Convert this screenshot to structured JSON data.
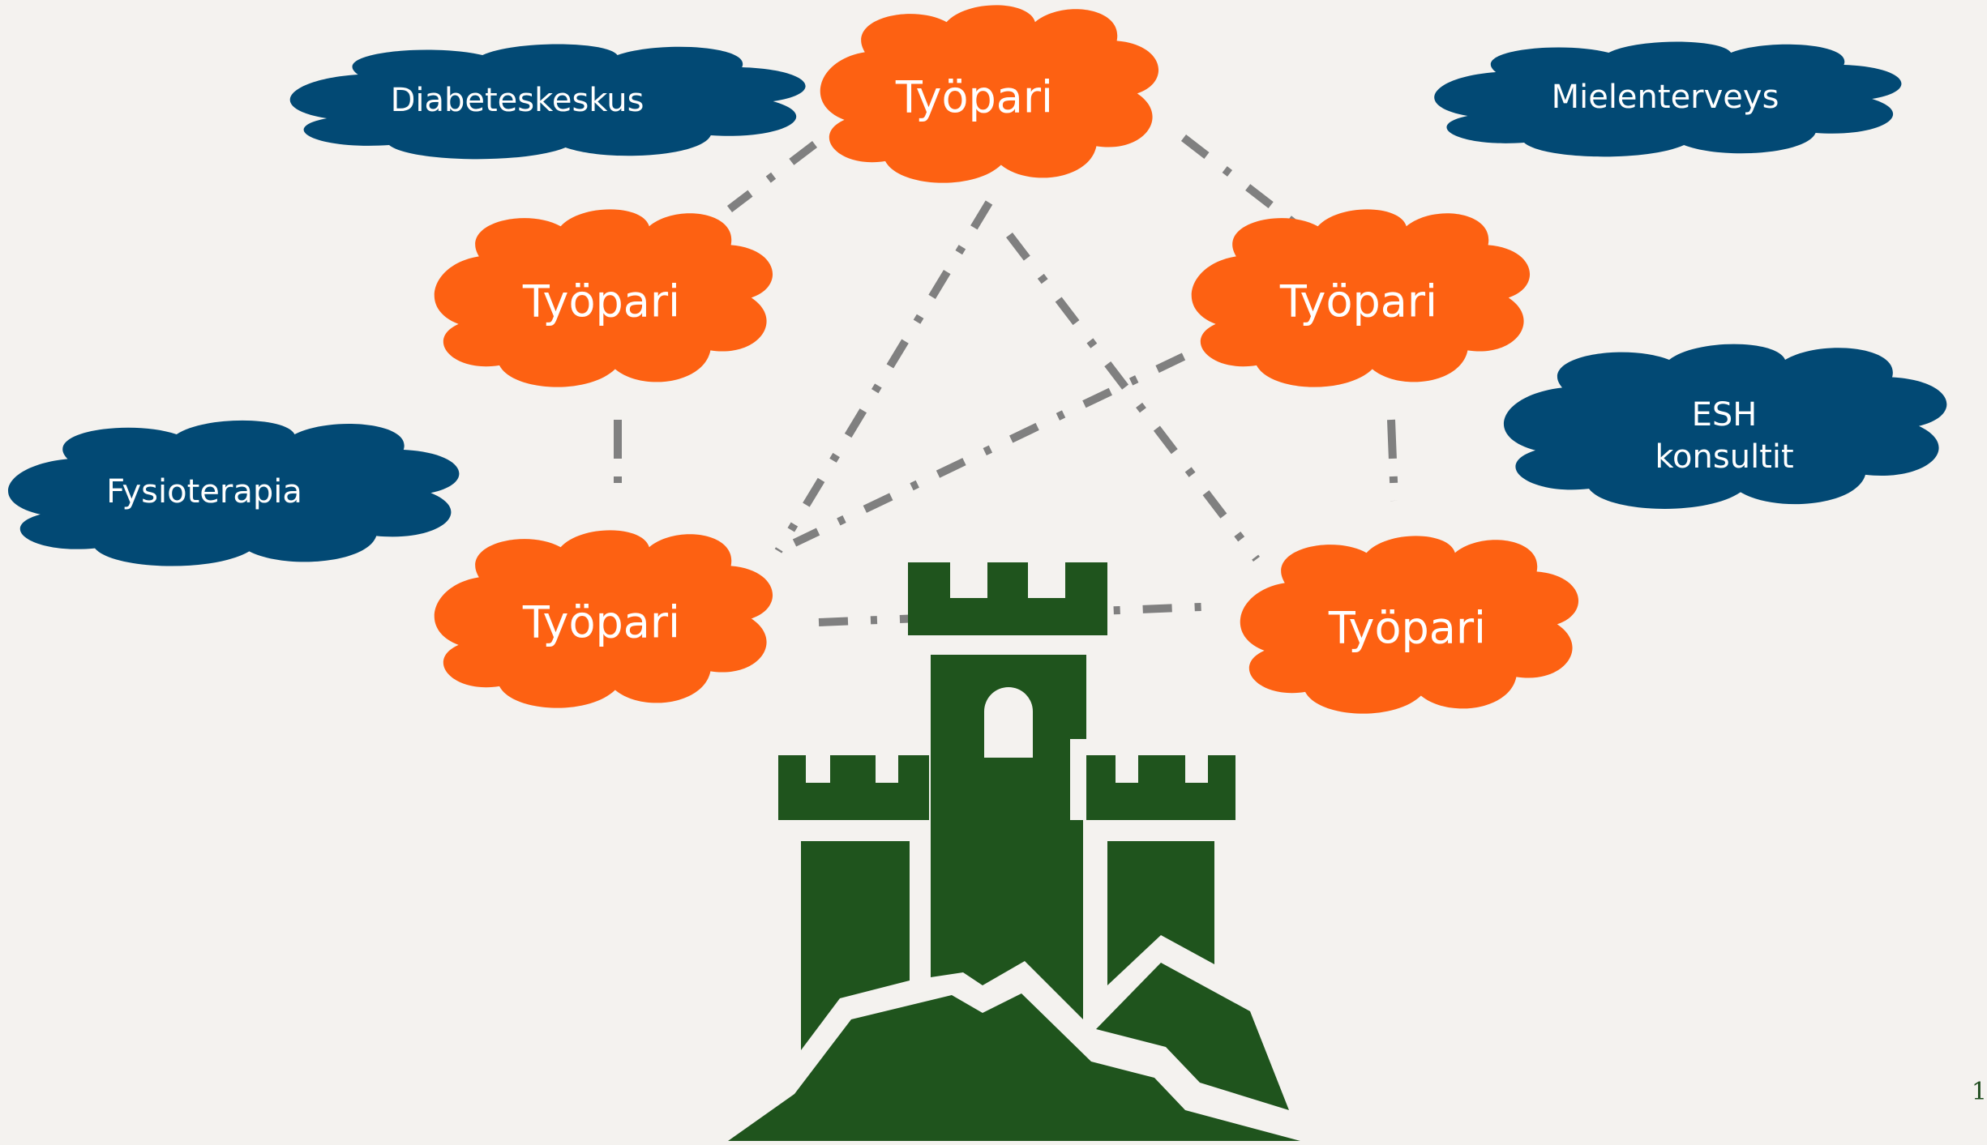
{
  "colors": {
    "background": "#f4f2ef",
    "orange_cloud": "#fd6112",
    "blue_cloud": "#024974",
    "connector": "#808080",
    "castle": "#1f541d"
  },
  "clouds": {
    "tyopari_top": "Työpari",
    "tyopari_left": "Työpari",
    "tyopari_right": "Työpari",
    "tyopari_bottom_left": "Työpari",
    "tyopari_bottom_right": "Työpari",
    "diabeteskeskus": "Diabeteskeskus",
    "mielenterveys": "Mielenterveys",
    "fysioterapia": "Fysioterapia",
    "esh_line1": "ESH",
    "esh_line2": "konsultit"
  },
  "icons": {
    "castle": "castle-icon"
  },
  "page_number": "1"
}
